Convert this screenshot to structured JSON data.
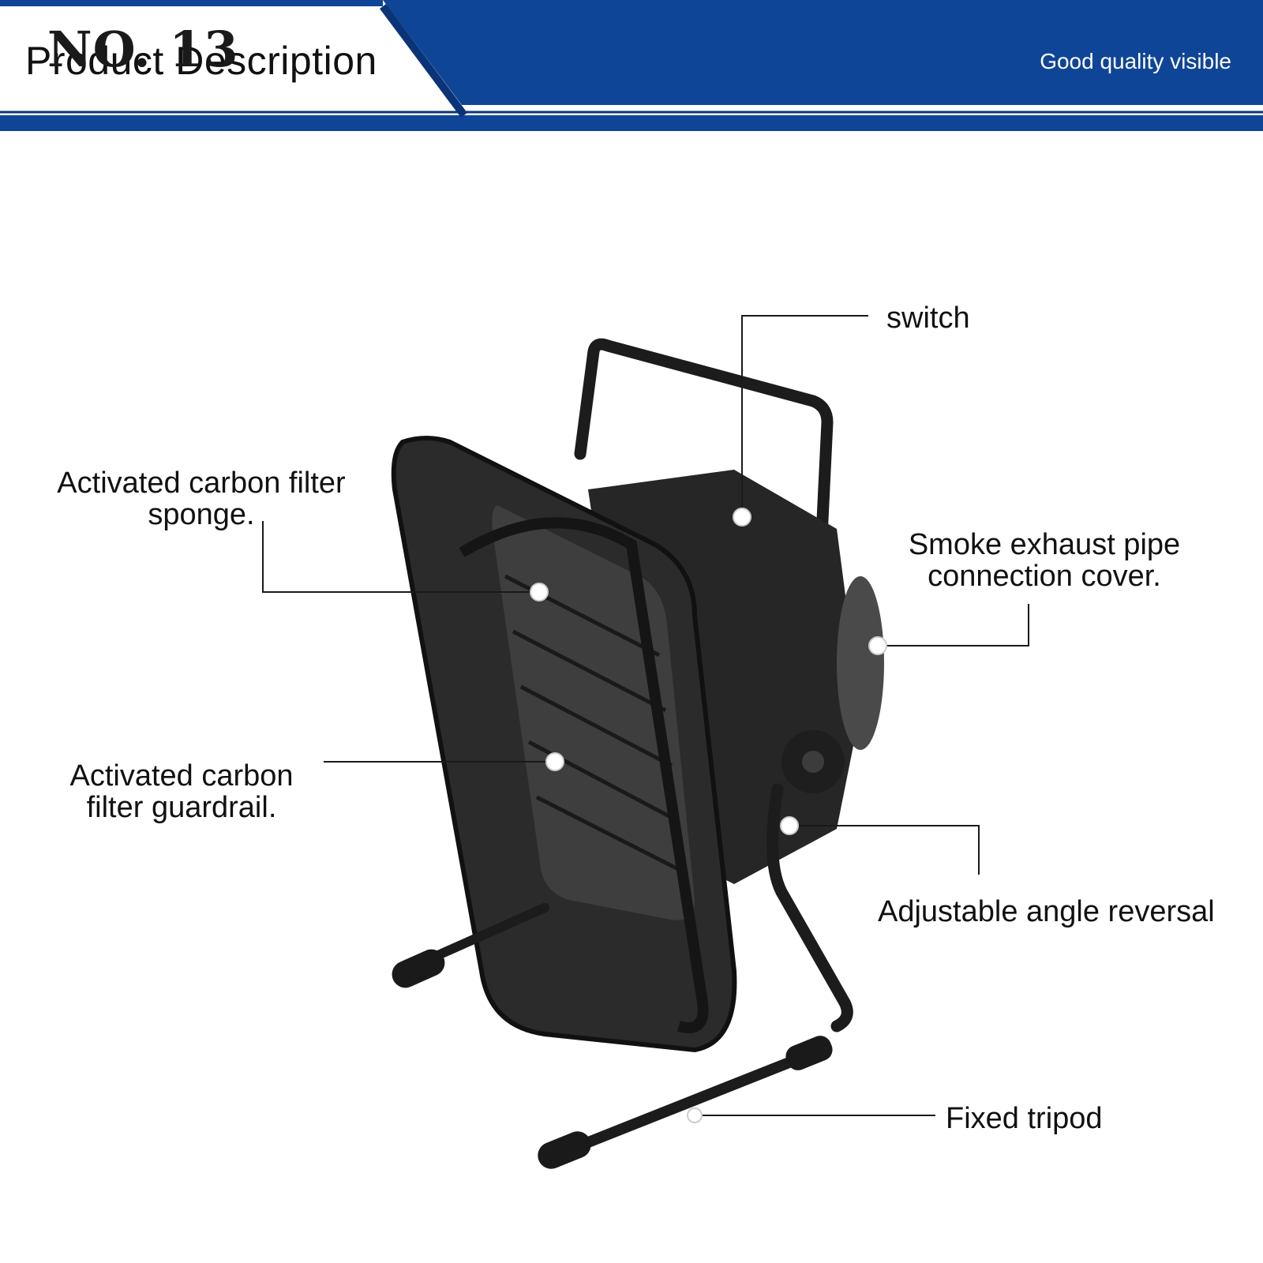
{
  "banner": {
    "title": "Product Description",
    "number_label": "NO. 13",
    "tagline": "Good quality visible",
    "colors": {
      "blue": "#0f4596",
      "dark_stripe": "#0b3478",
      "white": "#ffffff"
    }
  },
  "callouts": {
    "switch": "switch",
    "filter_sponge": {
      "line1": "Activated carbon filter",
      "line2": "sponge."
    },
    "exhaust_cover": {
      "line1": "Smoke exhaust pipe",
      "line2": "connection cover."
    },
    "filter_guardrail": {
      "line1": "Activated carbon",
      "line2": "filter guardrail."
    },
    "angle_reversal": "Adjustable angle reversal",
    "tripod": "Fixed tripod"
  },
  "icons": [
    "callout-dot-icon"
  ]
}
